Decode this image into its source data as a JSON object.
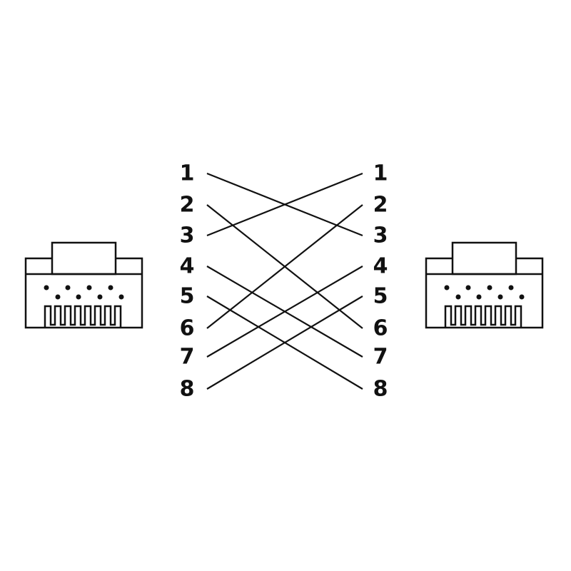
{
  "left_pins": [
    "1",
    "2",
    "3",
    "4",
    "5",
    "6",
    "7",
    "8"
  ],
  "right_pins": [
    "1",
    "2",
    "3",
    "4",
    "5",
    "6",
    "7",
    "8"
  ],
  "wiring": [
    {
      "from": 1,
      "to": 3
    },
    {
      "from": 2,
      "to": 6
    },
    {
      "from": 3,
      "to": 1
    },
    {
      "from": 4,
      "to": 7
    },
    {
      "from": 5,
      "to": 8
    },
    {
      "from": 6,
      "to": 2
    },
    {
      "from": 7,
      "to": 4
    },
    {
      "from": 8,
      "to": 5
    }
  ],
  "connectors": [
    "rj45-plug-left",
    "rj45-plug-right"
  ],
  "line_color": "#111111"
}
